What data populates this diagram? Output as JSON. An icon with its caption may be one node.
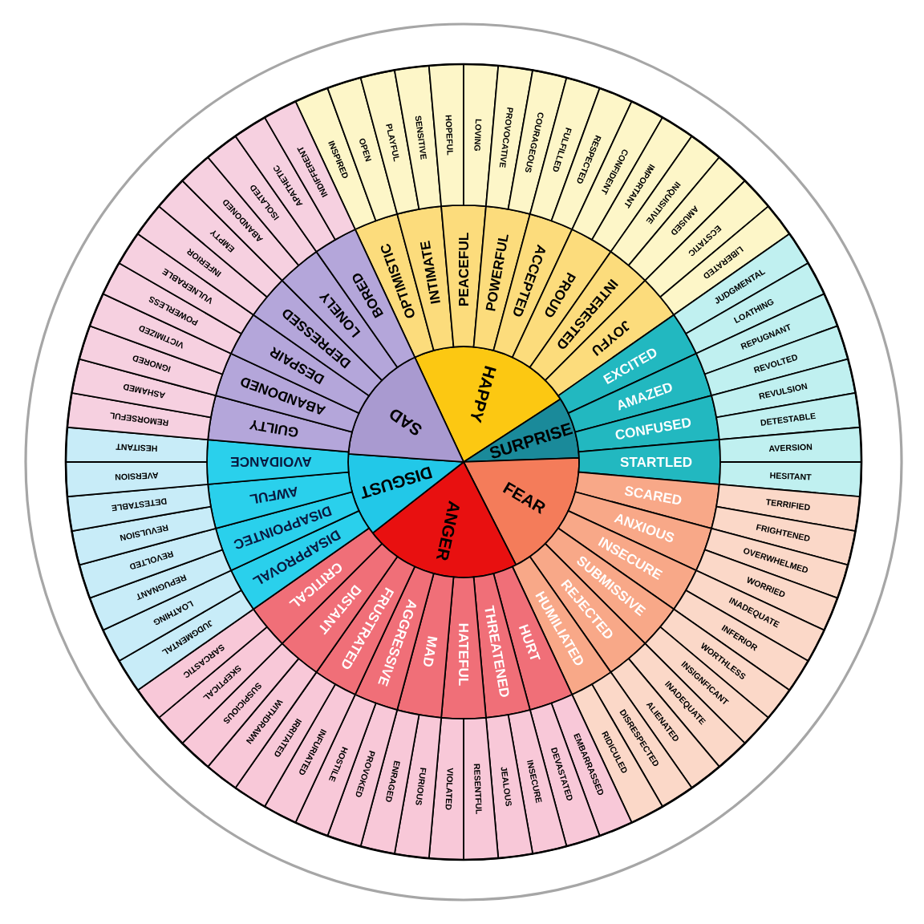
{
  "diagram": {
    "nodes": [
      {
        "text": [
          "HAPPY"
        ]
      },
      {
        "text": [
          "SURPRISE"
        ]
      },
      {
        "text": [
          "FEAR"
        ]
      },
      {
        "text": [
          "ANGER"
        ]
      },
      {
        "text": [
          "DISGUST"
        ]
      },
      {
        "text": [
          "SAD"
        ]
      },
      {
        "text": [
          "OPTIMISTIC"
        ]
      },
      {
        "text": [
          "INTIMATE"
        ]
      },
      {
        "text": [
          "PEACEFUL"
        ]
      },
      {
        "text": [
          "POWERFUL"
        ]
      },
      {
        "text": [
          "ACCEPTED"
        ]
      },
      {
        "text": [
          "PROUD"
        ]
      },
      {
        "text": [
          "INTERESTED"
        ]
      },
      {
        "text": [
          "JOYFU"
        ]
      },
      {
        "text": [
          "EXCITED"
        ]
      },
      {
        "text": [
          "AMAZED"
        ]
      },
      {
        "text": [
          "CONFUSED"
        ]
      },
      {
        "text": [
          "STARTLED"
        ]
      },
      {
        "text": [
          "SCARED"
        ]
      },
      {
        "text": [
          "ANXIOUS"
        ]
      },
      {
        "text": [
          "INSECURE"
        ]
      },
      {
        "text": [
          "SUBMISSIVE"
        ]
      },
      {
        "text": [
          "REJECTED"
        ]
      },
      {
        "text": [
          "HUMILIATED"
        ]
      },
      {
        "text": [
          "HURT"
        ]
      },
      {
        "text": [
          "THREATENED"
        ]
      },
      {
        "text": [
          "HATEFUL"
        ]
      },
      {
        "text": [
          "MAD"
        ]
      },
      {
        "text": [
          "AGGRESSIVE"
        ]
      },
      {
        "text": [
          "FRUSTRATED"
        ]
      },
      {
        "text": [
          "DISTANT"
        ]
      },
      {
        "text": [
          "CRITICAL"
        ]
      },
      {
        "text": [
          "DISAPPROVAL"
        ]
      },
      {
        "text": [
          "DISAPPOINTEC"
        ]
      },
      {
        "text": [
          "AWFUL"
        ]
      },
      {
        "text": [
          "AVOIDANCE"
        ]
      },
      {
        "text": [
          "GUILTY"
        ]
      },
      {
        "text": [
          "ABANDONED"
        ]
      },
      {
        "text": [
          "DESPAIR"
        ]
      },
      {
        "text": [
          "DEPRESSED"
        ]
      },
      {
        "text": [
          "LONELY"
        ]
      },
      {
        "text": [
          "BORED"
        ]
      },
      {
        "text": [
          "INSPIRED"
        ]
      },
      {
        "text": [
          "OPEN"
        ]
      },
      {
        "text": [
          "PLAYFUL"
        ]
      },
      {
        "text": [
          "SENSITIVE"
        ]
      },
      {
        "text": [
          "HOPEFUL"
        ]
      },
      {
        "text": [
          "LOVING"
        ]
      },
      {
        "text": [
          "PROVOCATIVE"
        ]
      },
      {
        "text": [
          "COURAGEOUS"
        ]
      },
      {
        "text": [
          "FULFILLED"
        ]
      },
      {
        "text": [
          "RESPECTED"
        ]
      },
      {
        "text": [
          "CONFIDENT"
        ]
      },
      {
        "text": [
          "IMPORTANT"
        ]
      },
      {
        "text": [
          "INQUISITIVE"
        ]
      },
      {
        "text": [
          "AMUSED"
        ]
      },
      {
        "text": [
          "ECSTATIC"
        ]
      },
      {
        "text": [
          "LIBERATED"
        ]
      },
      {
        "text": [
          "JUDGMENTAL"
        ]
      },
      {
        "text": [
          "LOATHING"
        ]
      },
      {
        "text": [
          "REPUGNANT"
        ]
      },
      {
        "text": [
          "REVOLTED"
        ]
      },
      {
        "text": [
          "REVULSION"
        ]
      },
      {
        "text": [
          "DETESTABLE"
        ]
      },
      {
        "text": [
          "AVERSION"
        ]
      },
      {
        "text": [
          "HESITANT"
        ]
      },
      {
        "text": [
          "TERRIFIED"
        ]
      },
      {
        "text": [
          "FRIGHTENED"
        ]
      },
      {
        "text": [
          "OVERWHELMED"
        ]
      },
      {
        "text": [
          "WORRIED"
        ]
      },
      {
        "text": [
          "INADEQUATE"
        ]
      },
      {
        "text": [
          "INFERIOR"
        ]
      },
      {
        "text": [
          "WORTHLESS"
        ]
      },
      {
        "text": [
          "INSIGNFICANT"
        ]
      },
      {
        "text": [
          "INADEQUATE"
        ]
      },
      {
        "text": [
          "ALIENATED"
        ]
      },
      {
        "text": [
          "DISRESPECTED"
        ]
      },
      {
        "text": [
          "RIDICULED"
        ]
      },
      {
        "text": [
          "EMBARRASSED"
        ]
      },
      {
        "text": [
          "DEVASTATED"
        ]
      },
      {
        "text": [
          "INSECURE"
        ]
      },
      {
        "text": [
          "JEALOUS"
        ]
      },
      {
        "text": [
          "RESENTFUL"
        ]
      },
      {
        "text": [
          "VIOLATED"
        ]
      },
      {
        "text": [
          "FURIOUS"
        ]
      },
      {
        "text": [
          "ENRAGED"
        ]
      },
      {
        "text": [
          "PROVOKED"
        ]
      },
      {
        "text": [
          "HOSTILE"
        ]
      },
      {
        "text": [
          "INFURIATED"
        ]
      },
      {
        "text": [
          "IRRITATED"
        ]
      },
      {
        "text": [
          "WITHDRAWN"
        ]
      },
      {
        "text": [
          "SUSPICIOUS"
        ]
      },
      {
        "text": [
          "SKEPTICAL"
        ]
      },
      {
        "text": [
          "SARCASTIC"
        ]
      },
      {
        "text": [
          "JUDGMENTAL"
        ]
      },
      {
        "text": [
          "LOATHING"
        ]
      },
      {
        "text": [
          "REPUGNANT"
        ]
      },
      {
        "text": [
          "REVOLTED"
        ]
      },
      {
        "text": [
          "REVULSION"
        ]
      },
      {
        "text": [
          "DETESTABLE"
        ]
      },
      {
        "text": [
          "AVERSION"
        ]
      },
      {
        "text": [
          "HESITANT"
        ]
      },
      {
        "text": [
          "REMORSEFUL"
        ]
      },
      {
        "text": [
          "ASHAMED"
        ]
      },
      {
        "text": [
          "IGNORED"
        ]
      },
      {
        "text": [
          "VICTIMIZED"
        ]
      },
      {
        "text": [
          "POWERLESS"
        ]
      },
      {
        "text": [
          "VULNERABLE"
        ]
      },
      {
        "text": [
          "INFERIOR"
        ]
      },
      {
        "text": [
          "EMPTY"
        ]
      },
      {
        "text": [
          "ABANDONED"
        ]
      },
      {
        "text": [
          "ISOLATED"
        ]
      },
      {
        "text": [
          "APATHETIC"
        ]
      },
      {
        "text": [
          "INDIFFERENT"
        ]
      }
    ]
  }
}
